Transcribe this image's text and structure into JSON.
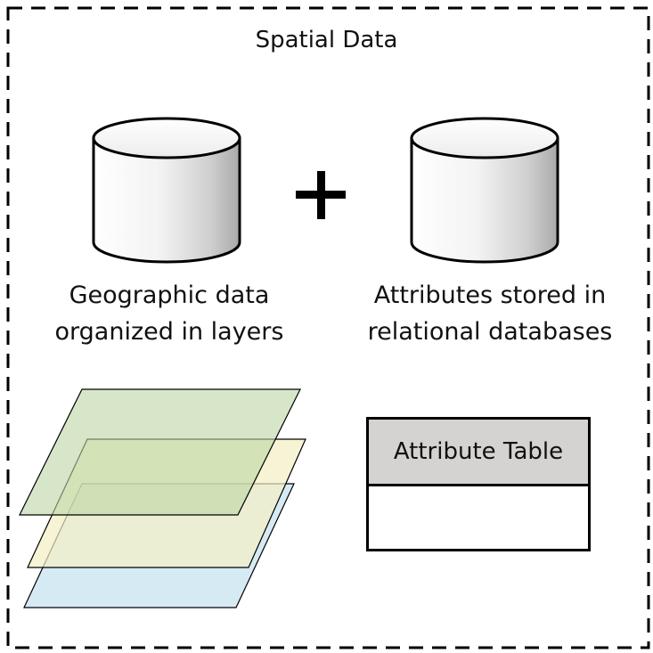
{
  "title": "Spatial Data",
  "left_caption": {
    "line1": "Geographic data",
    "line2": "organized in layers"
  },
  "right_caption": {
    "line1": "Attributes stored in",
    "line2": "relational databases"
  },
  "operator": "+",
  "attribute_table": {
    "header": "Attribute Table",
    "rows": []
  },
  "colors": {
    "layer_top": "#c8ddb8",
    "layer_middle": "#f4f0c4",
    "layer_bottom": "#cfe6f2",
    "table_header": "#d5d2d2"
  }
}
